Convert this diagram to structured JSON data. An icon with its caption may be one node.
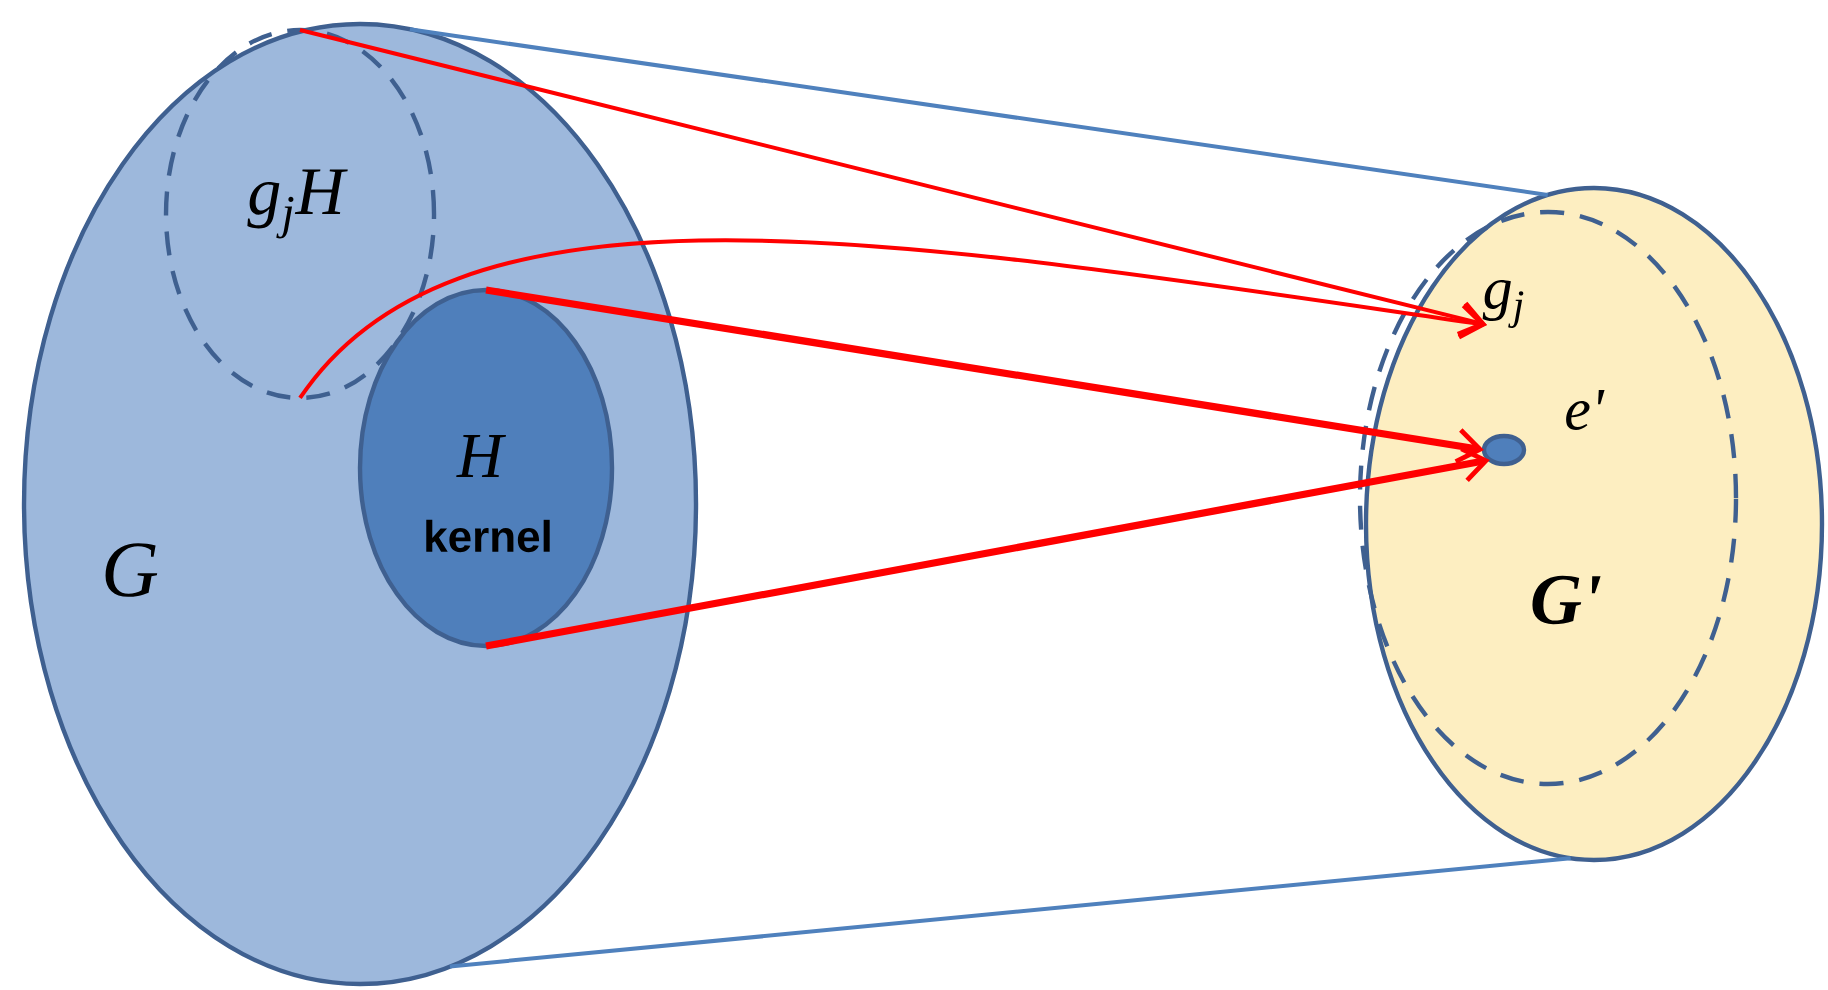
{
  "diagram": {
    "nodes": [
      {
        "text": [
          "G"
        ]
      },
      {
        "text": [
          "g$_{j}$H"
        ],
        "in": 0
      },
      {
        "text": [
          "H",
          "kernel"
        ],
        "in": 0
      },
      {
        "text": [],
        "shape": "circle"
      },
      {
        "text": [
          "G'"
        ],
        "in": 3
      },
      {
        "text": [],
        "shape": "circle",
        "in": 4,
        "beside": [
          "e'"
        ]
      },
      {
        "text": [
          "g$_{j}$"
        ],
        "in": 4
      }
    ],
    "edges": [
      {
        "from": 1,
        "to": 6,
        "arrow": "to"
      },
      {
        "from": 1,
        "to": 6,
        "arrow": "to"
      },
      {
        "from": 2,
        "to": 5,
        "arrow": "to",
        "style": "thick"
      },
      {
        "from": 2,
        "to": 5,
        "arrow": "to",
        "style": "thick"
      },
      {
        "from": 0,
        "to": 3,
        "arrow": "none",
        "color": "#4f81bd"
      },
      {
        "from": 0,
        "to": 3,
        "arrow": "none",
        "color": "#4f81bd"
      }
    ]
  }
}
